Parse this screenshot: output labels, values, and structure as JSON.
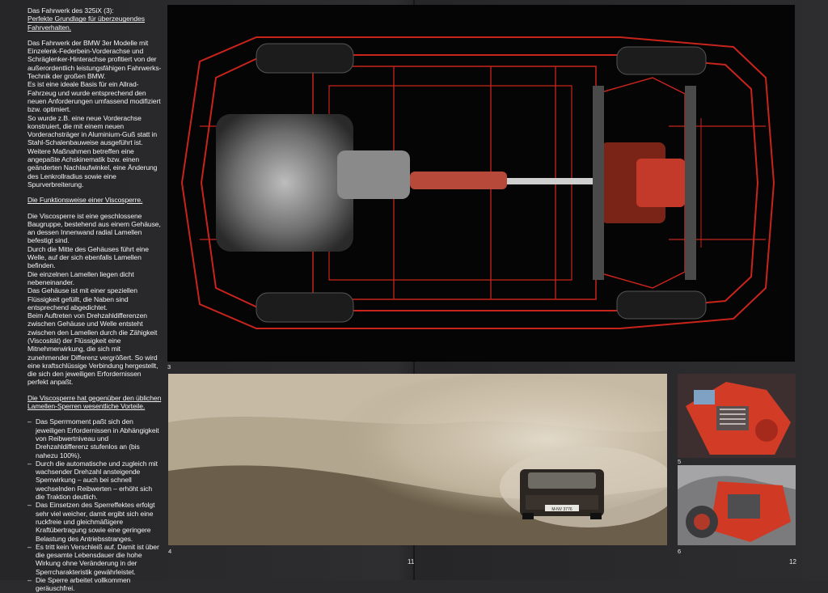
{
  "text": {
    "heading1_line1": "Das Fahrwerk des 325iX (3):",
    "heading1_line2": "Perfekte Grundlage für überzeugendes Fahrverhalten.",
    "para1": "Das Fahrwerk der BMW 3er Modelle mit Einzelenk-Federbein-Vorderachse und Schräglenker-Hinterachse profitiert von der außerordentlich leistungsfähigen Fahrwerks-Technik der großen BMW.",
    "para2": "Es ist eine ideale Basis für ein Allrad-Fahrzeug und wurde entsprechend den neuen Anforderungen umfassend modifiziert bzw. optimiert.",
    "para3": "So wurde z.B. eine neue Vorderachse konstruiert, die mit einem neuen Vorderachsträger in Aluminium-Guß statt in Stahl-Schalenbauweise ausgeführt ist.",
    "para4": "Weitere Maßnahmen betreffen eine angepaßte Achskinematik bzw. einen geänderten Nachlaufwinkel, eine Änderung des Lenkrollradius sowie eine Spurverbreiterung.",
    "heading2": "Die Funktionsweise einer Viscosperre.",
    "para5": "Die Viscosperre ist eine geschlossene Baugruppe, bestehend aus einem Gehäuse, an dessen Innenwand radial Lamellen befestigt sind.",
    "para6": "Durch die Mitte des Gehäuses führt eine Welle, auf der sich ebenfalls Lamellen befinden.",
    "para7": "Die einzelnen Lamellen liegen dicht nebeneinander.",
    "para8": "Das Gehäuse ist mit einer speziellen Flüssigkeit gefüllt, die Naben sind entsprechend abgedichtet.",
    "para9": "Beim Auftreten von Drehzahldifferenzen zwischen Gehäuse und Welle entsteht zwischen den Lamellen durch die Zähigkeit (Viscosität) der Flüssigkeit eine Mitnehmerwirkung, die sich mit zunehmender Differenz vergrößert. So wird eine kraftschlüssige Verbindung hergestellt, die sich den jeweiligen Erfordernissen perfekt anpaßt.",
    "heading3": "Die Viscosperre hat gegenüber den üblichen Lamellen-Sperren wesentliche Vorteile.",
    "bullets": [
      "Das Sperrmoment paßt sich den jeweiligen Erfordernissen in Abhängigkeit von Reibwertniveau und Drehzahldifferenz stufenlos an (bis nahezu 100%).",
      "Durch die automatische und zugleich mit wachsender Drehzahl ansteigende Sperrwirkung – auch bei schnell wechselnden Reibwerten – erhöht sich die Traktion deutlich.",
      "Das Einsetzen des Sperreffektes erfolgt sehr viel weicher, damit ergibt sich eine ruckfreie und gleichmäßigere Kraftübertragung sowie eine geringere Belastung des Antriebsstranges.",
      "Es tritt kein Verschleiß auf. Damit ist über die gesamte Lebensdauer die hohe Wirkung ohne Veränderung in der Sperrcharakteristik gewährleistet.",
      "Die Sperre arbeitet vollkommen geräuschfrei."
    ]
  },
  "figures": {
    "fig3_label": "3",
    "fig4_label": "4",
    "fig5_label": "5",
    "fig6_label": "6",
    "plate": "M-NV 3776"
  },
  "pages": {
    "left": "11",
    "right": "12"
  },
  "colors": {
    "wireframe": "#c8241c",
    "background": "#2b2b2d",
    "drivetrain": "#c43a2a"
  }
}
